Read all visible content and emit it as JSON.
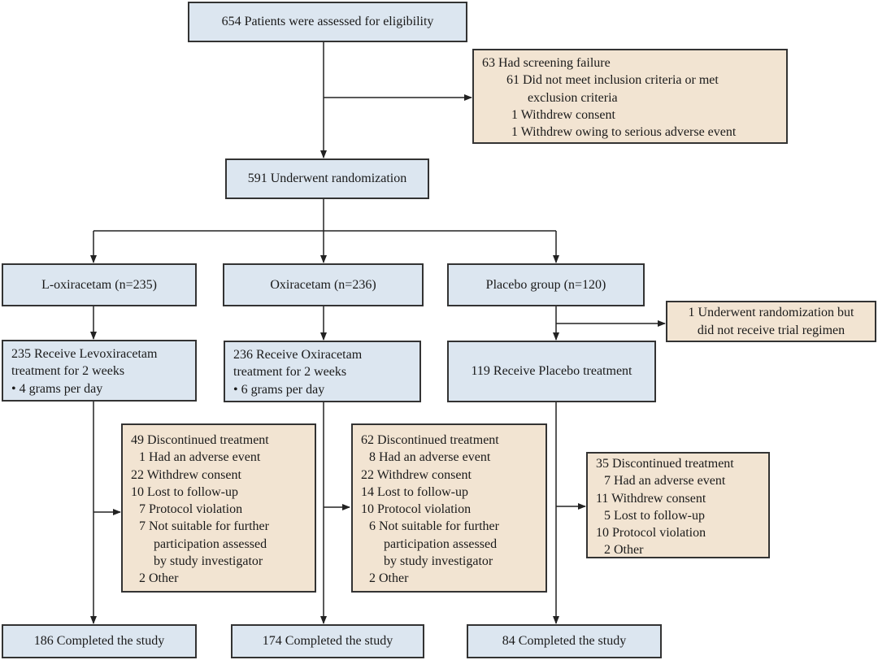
{
  "assessed": "654 Patients were assessed for eligibility",
  "screening": {
    "header": "63 Had screening failure",
    "items": [
      "61 Did not meet inclusion criteria or met",
      "exclusion criteria",
      "1 Withdrew consent",
      "1 Withdrew owing to serious adverse event"
    ]
  },
  "randomized": "591 Underwent randomization",
  "arms": {
    "levo": "L-oxiracetam (n=235)",
    "oxi": "Oxiracetam (n=236)",
    "placebo": "Placebo group (n=120)"
  },
  "placebo_excluded": [
    "1 Underwent randomization but",
    "did not receive trial regimen"
  ],
  "treatment": {
    "levo": [
      "235 Receive Levoxiracetam",
      "treatment for 2 weeks",
      "• 4 grams per day"
    ],
    "oxi": [
      "236 Receive Oxiracetam",
      "treatment for 2 weeks",
      "• 6 grams per day"
    ],
    "placebo": "119 Receive Placebo treatment"
  },
  "discontinued": {
    "levo": {
      "header": "49 Discontinued treatment",
      "items": [
        "1 Had an adverse event",
        "22 Withdrew consent",
        "10 Lost to follow-up",
        "7 Protocol violation",
        "7 Not suitable for further",
        "participation assessed",
        "by study investigator",
        "2 Other"
      ]
    },
    "oxi": {
      "header": "62 Discontinued treatment",
      "items": [
        "8 Had an adverse event",
        "22 Withdrew consent",
        "14 Lost to follow-up",
        "10 Protocol violation",
        "6 Not suitable for further",
        "participation assessed",
        "by study investigator",
        "2 Other"
      ]
    },
    "placebo": {
      "header": "35 Discontinued treatment",
      "items": [
        "7 Had an adverse event",
        "11 Withdrew consent",
        "5 Lost to follow-up",
        "10 Protocol violation",
        "2 Other"
      ]
    }
  },
  "completed": {
    "levo": "186 Completed the study",
    "oxi": "174 Completed the study",
    "placebo": "84 Completed the study"
  }
}
